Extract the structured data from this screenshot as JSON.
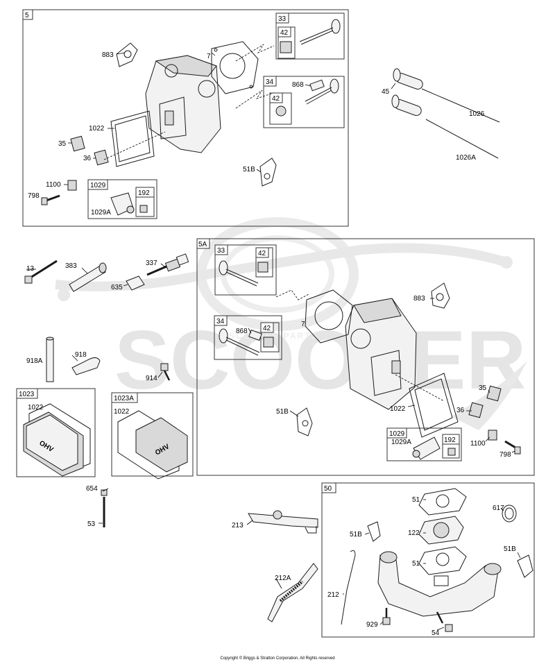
{
  "sections": {
    "s5": "5",
    "s5a": "5A",
    "s50": "50",
    "s1023": "1023",
    "s1023a": "1023A"
  },
  "subkits": {
    "k33a": "33",
    "k42a": "42",
    "k34a": "34",
    "k42b": "42",
    "k1029a": "1029",
    "k192a": "192",
    "k33b": "33",
    "k42c": "42",
    "k34b": "34",
    "k42d": "42",
    "k1029b": "1029",
    "k192b": "192"
  },
  "labels": {
    "p883a": "883",
    "p7a": "7",
    "p868a": "868",
    "p1022a": "1022",
    "p35a": "35",
    "p36a": "36",
    "p1100a": "1100",
    "p798a": "798",
    "p1029Aa": "1029A",
    "p51Ba": "51B",
    "p45": "45",
    "p1026": "1026",
    "p1026A": "1026A",
    "p13": "13",
    "p383": "383",
    "p337": "337",
    "p635": "635",
    "p918A": "918A",
    "p918": "918",
    "p914": "914",
    "p1022b": "1022",
    "p1022c": "1022",
    "p654": "654",
    "p53": "53",
    "p868b": "868",
    "p883b": "883",
    "p7b": "7",
    "p51Bb": "51B",
    "p1022d": "1022",
    "p35b": "35",
    "p36b": "36",
    "p1029Ab": "1029A",
    "p1100b": "1100",
    "p798b": "798",
    "p213": "213",
    "p212A": "212A",
    "p212": "212",
    "p51c": "51",
    "p617": "617",
    "p51Bc": "51B",
    "p122": "122",
    "p51d": "51",
    "p51Bd": "51B",
    "p929": "929",
    "p54": "54"
  },
  "watermark": {
    "main": "SCOOTER",
    "small": "SCOOTER PARTS"
  },
  "valve_cover_text": "OHV",
  "copyright": "Copyright © Briggs & Stratton Corporation. All Rights reserved"
}
